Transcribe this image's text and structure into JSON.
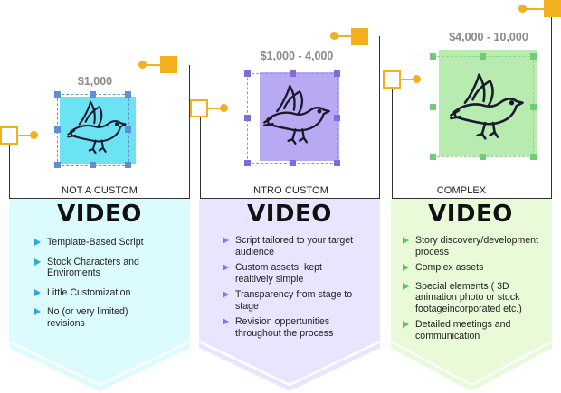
{
  "tiers": [
    {
      "id": "basic",
      "price": "$1,000",
      "caption": "NOT A CUSTOM",
      "heading": "VIDEO",
      "colors": {
        "frame": "#6ce3f2",
        "handle": "#5b8fd6",
        "panel": "#dcfbff",
        "bullet": "#30a8d6"
      },
      "bullets": [
        "Template-Based Script",
        "Stock Characters and Enviroments",
        "Little Customization",
        "No (or very limited) revisions"
      ]
    },
    {
      "id": "intro",
      "price": "$1,000 - 4,000",
      "caption": "INTRO CUSTOM",
      "heading": "VIDEO",
      "colors": {
        "frame": "#b8a9f2",
        "handle": "#7d6dd8",
        "panel": "#e9e4ff",
        "bullet": "#8a7ae0"
      },
      "bullets": [
        "Script tailored to your target audience",
        "Custom assets, kept realtively simple",
        "Transparency from stage to stage",
        "Revision oppertunities throughout the process"
      ]
    },
    {
      "id": "complex",
      "price": "$4,000 - 10,000",
      "caption": "COMPLEX",
      "heading": "VIDEO",
      "colors": {
        "frame": "#b7ebb0",
        "handle": "#6fce74",
        "panel": "#e8fad8",
        "bullet": "#5cc45f"
      },
      "bullets": [
        "Story discovery/development process",
        "Complex assets",
        "Special elements ( 3D animation photo or stock footageincorporated etc.)",
        "Detailed meetings and communication"
      ]
    }
  ],
  "icons": [
    "dove-icon"
  ],
  "accent": "#f2b01e"
}
